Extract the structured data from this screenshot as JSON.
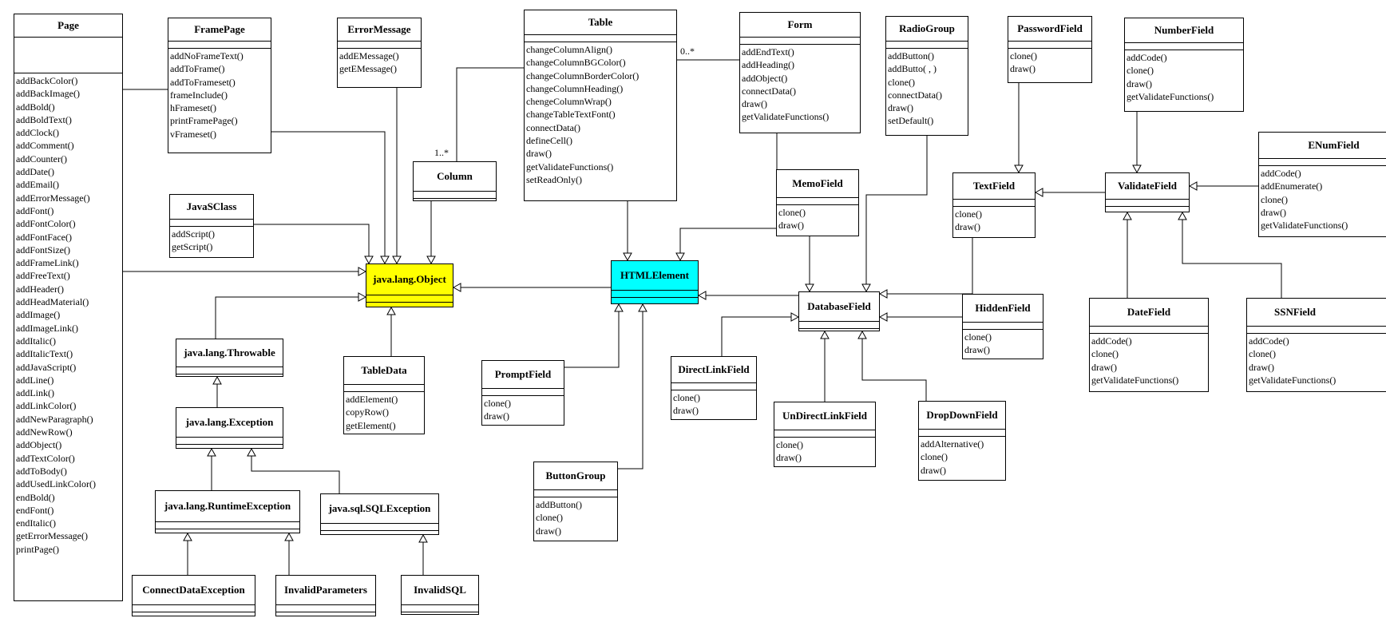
{
  "colors": {
    "highlight_object": "#ffff00",
    "highlight_html": "#00ffff",
    "line": "#000000",
    "background": "#ffffff"
  },
  "classes": {
    "page": {
      "name": "Page",
      "methods": [
        "addBackColor()",
        "addBackImage()",
        "addBold()",
        "addBoldText()",
        "addClock()",
        "addComment()",
        "addCounter()",
        "addDate()",
        "addEmail()",
        "addErrorMessage()",
        "addFont()",
        "addFontColor()",
        "addFontFace()",
        "addFontSize()",
        "addFrameLink()",
        "addFreeText()",
        "addHeader()",
        "addHeadMaterial()",
        "addImage()",
        "addImageLink()",
        "addItalic()",
        "addItalicText()",
        "addJavaScript()",
        "addLine()",
        "addLink()",
        "addLinkColor()",
        "addNewParagraph()",
        "addNewRow()",
        "addObject()",
        "addTextColor()",
        "addToBody()",
        "addUsedLinkColor()",
        "endBold()",
        "endFont()",
        "endItalic()",
        "getErrorMessage()",
        "printPage()"
      ]
    },
    "framepage": {
      "name": "FramePage",
      "methods": [
        "addNoFrameText()",
        "addToFrame()",
        "addToFrameset()",
        "frameInclude()",
        "hFrameset()",
        "printFramePage()",
        "vFrameset()"
      ]
    },
    "errormessage": {
      "name": "ErrorMessage",
      "methods": [
        "addEMessage()",
        "getEMessage()"
      ]
    },
    "table": {
      "name": "Table",
      "methods": [
        "changeColumnAlign()",
        "changeColumnBGColor()",
        "changeColumnBorderColor()",
        "changeColumnHeading()",
        "chengeColumnWrap()",
        "changeTableTextFont()",
        "connectData()",
        "defineCell()",
        "draw()",
        "getValidateFunctions()",
        "setReadOnly()"
      ]
    },
    "form": {
      "name": "Form",
      "methods": [
        "addEndText()",
        "addHeading()",
        "addObject()",
        "connectData()",
        "draw()",
        "getValidateFunctions()"
      ]
    },
    "radiogroup": {
      "name": "RadioGroup",
      "methods": [
        "addButton()",
        "addButto( , )",
        "clone()",
        "connectData()",
        "draw()",
        "setDefault()"
      ]
    },
    "passwordfield": {
      "name": "PasswordField",
      "methods": [
        "clone()",
        "draw()"
      ]
    },
    "numberfield": {
      "name": "NumberField",
      "methods": [
        "addCode()",
        "clone()",
        "draw()",
        "getValidateFunctions()"
      ]
    },
    "enumfield": {
      "name": "ENumField",
      "methods": [
        "addCode()",
        "addEnumerate()",
        "clone()",
        "draw()",
        "getValidateFunctions()"
      ]
    },
    "column": {
      "name": "Column"
    },
    "javasclass": {
      "name": "JavaSClass",
      "methods": [
        "addScript()",
        "getScript()"
      ]
    },
    "object": {
      "name": "java.lang.Object"
    },
    "htmlelement": {
      "name": "HTMLElement"
    },
    "memofield": {
      "name": "MemoField",
      "methods": [
        "clone()",
        "draw()"
      ]
    },
    "textfield": {
      "name": "TextField",
      "methods": [
        "clone()",
        "draw()"
      ]
    },
    "validatefield": {
      "name": "ValidateField"
    },
    "databasefield": {
      "name": "DatabaseField"
    },
    "hiddenfield": {
      "name": "HiddenField",
      "methods": [
        "clone()",
        "draw()"
      ]
    },
    "datefield": {
      "name": "DateField",
      "methods": [
        "addCode()",
        "clone()",
        "draw()",
        "getValidateFunctions()"
      ]
    },
    "ssnfield": {
      "name": "SSNField",
      "methods": [
        "addCode()",
        "clone()",
        "draw()",
        "getValidateFunctions()"
      ]
    },
    "throwable": {
      "name": "java.lang.Throwable"
    },
    "tabledata": {
      "name": "TableData",
      "methods": [
        "addElement()",
        "copyRow()",
        "getElement()"
      ]
    },
    "promptfield": {
      "name": "PromptField",
      "methods": [
        "clone()",
        "draw()"
      ]
    },
    "directlinkfield": {
      "name": "DirectLinkField",
      "methods": [
        "clone()",
        "draw()"
      ]
    },
    "exception": {
      "name": "java.lang.Exception"
    },
    "undirectlinkfield": {
      "name": "UnDirectLinkField",
      "methods": [
        "clone()",
        "draw()"
      ]
    },
    "dropdownfield": {
      "name": "DropDownField",
      "methods": [
        "addAlternative()",
        "clone()",
        "draw()"
      ]
    },
    "buttongroup": {
      "name": "ButtonGroup",
      "methods": [
        "addButton()",
        "clone()",
        "draw()"
      ]
    },
    "runtimeexception": {
      "name": "java.lang.RuntimeException"
    },
    "sqlexception": {
      "name": "java.sql.SQLException"
    },
    "connectdataexception": {
      "name": "ConnectDataException"
    },
    "invalidparameters": {
      "name": "InvalidParameters"
    },
    "invalidsql": {
      "name": "InvalidSQL"
    }
  },
  "multiplicities": {
    "table_end": "0..*",
    "column_end": "1..*"
  }
}
